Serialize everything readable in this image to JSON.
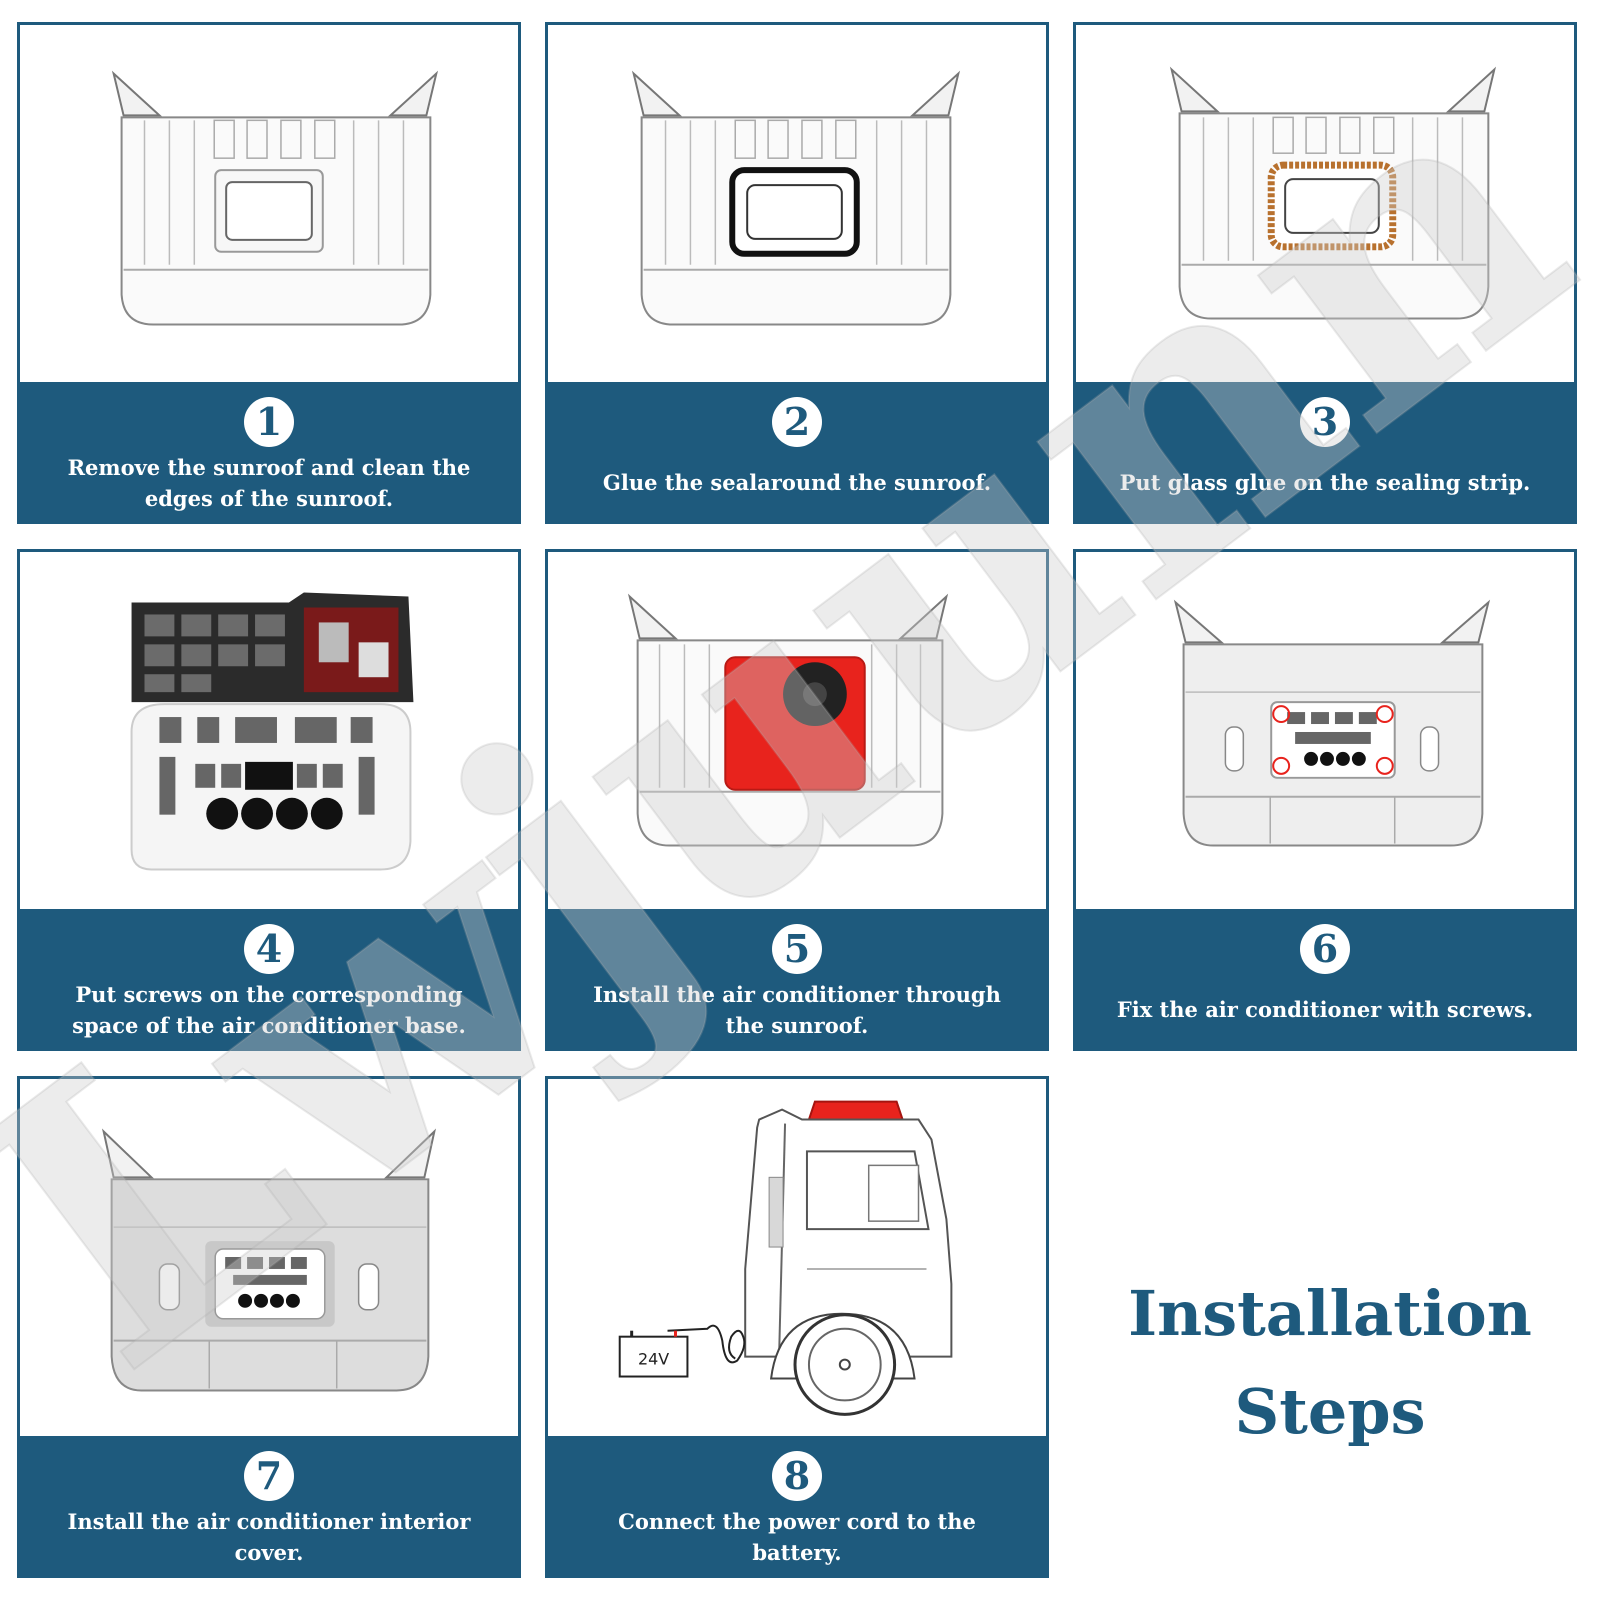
{
  "steps": [
    {
      "number": "1",
      "text": "Remove the sunroof and clean the edges of the sunroof."
    },
    {
      "number": "2",
      "text": "Glue the sealaround the sunroof."
    },
    {
      "number": "3",
      "text": "Put glass glue on the sealing strip."
    },
    {
      "number": "4",
      "text": "Put screws on the corresponding space of the air conditioner base."
    },
    {
      "number": "5",
      "text": "Install the air conditioner through the sunroof."
    },
    {
      "number": "6",
      "text": "Fix the air conditioner with screws."
    },
    {
      "number": "7",
      "text": "Install the air conditioner interior cover."
    },
    {
      "number": "8",
      "text": "Connect the power cord to the battery."
    }
  ],
  "title": {
    "line1": "Installation",
    "line2": "Steps"
  },
  "battery_label": "24V",
  "watermark_text": "Lwjuunn",
  "colors": {
    "accent": "#1e5a7d",
    "unit_red": "#e8231d",
    "seal_brown": "#b8712e"
  }
}
